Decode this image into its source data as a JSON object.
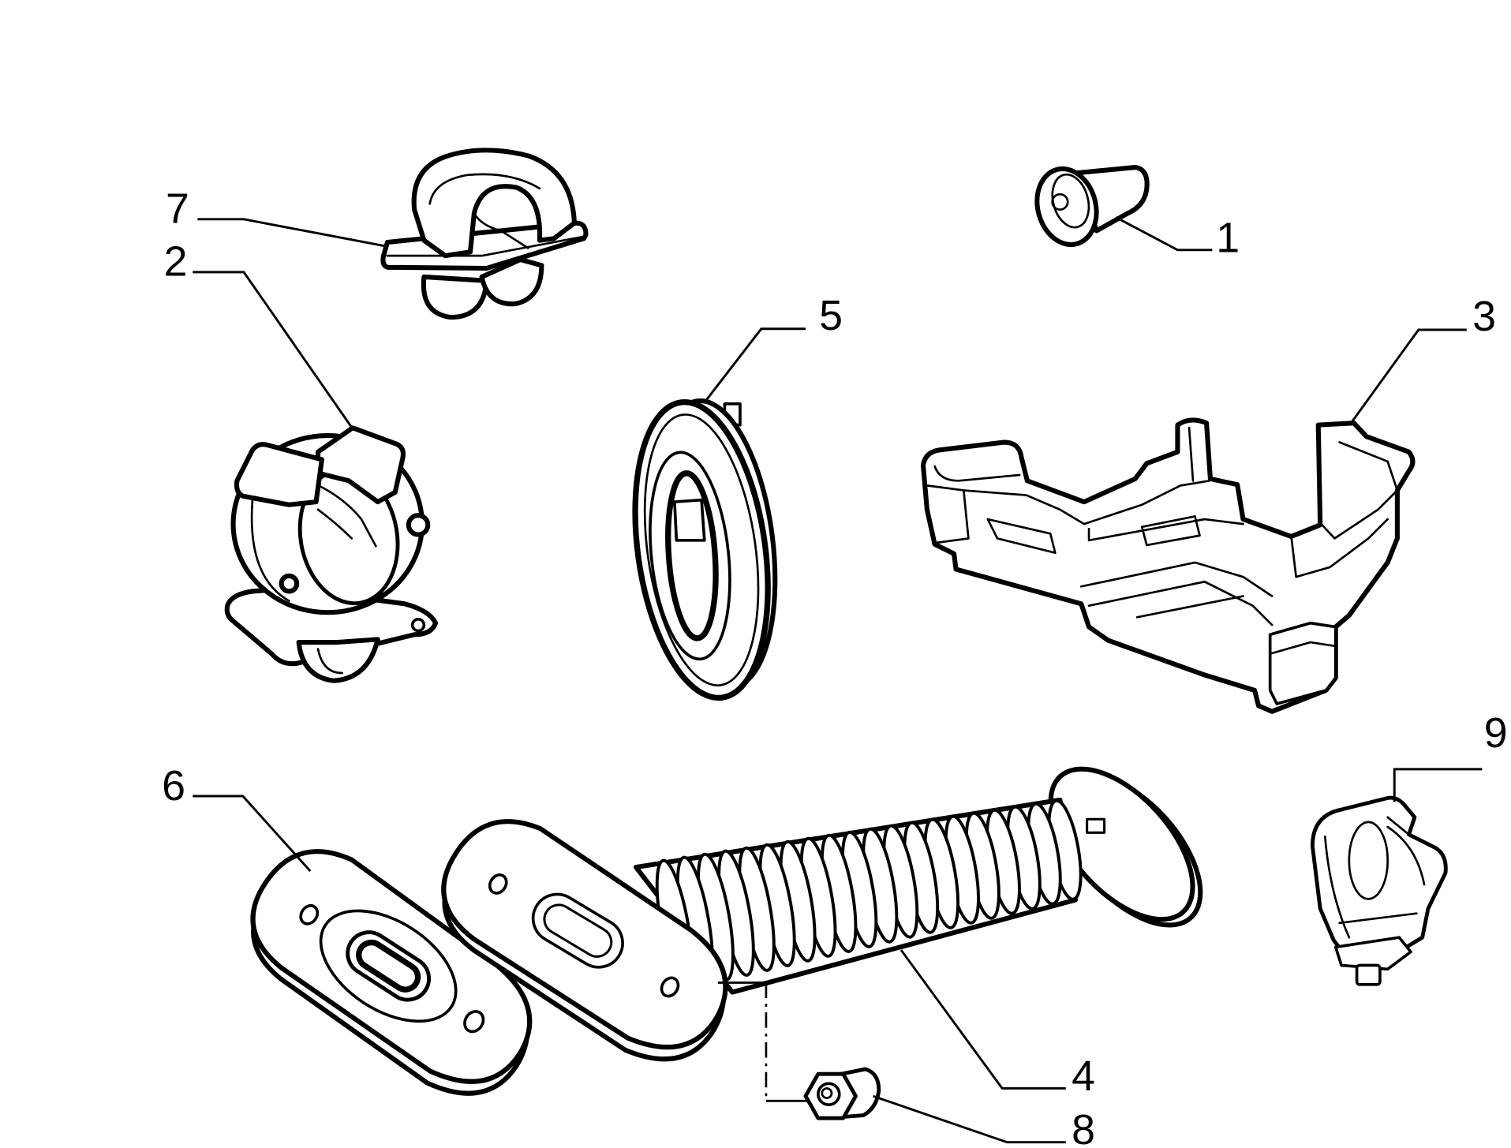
{
  "diagram": {
    "callouts": [
      "1",
      "2",
      "3",
      "4",
      "5",
      "6",
      "7",
      "8",
      "9"
    ]
  },
  "colors": {
    "line": "#000000",
    "background": "#ffffff"
  }
}
